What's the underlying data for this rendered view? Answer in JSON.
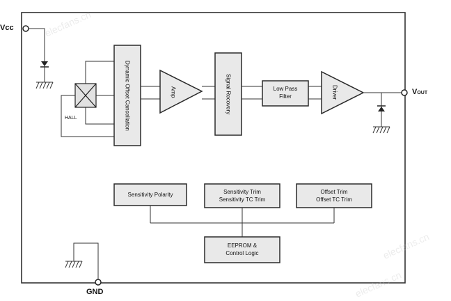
{
  "pins": {
    "vcc": "Vcc",
    "vout": "V",
    "vout_sub": "OUT",
    "gnd": "GND"
  },
  "blocks": {
    "hall": "HALL",
    "dynamic_offset": "Dynamic Offset Cancellation",
    "amp": "Amp",
    "signal_recovery": "Signal Recovery",
    "low_pass": [
      "Low Pass",
      "Filter"
    ],
    "driver": "Driver",
    "sensitivity_polarity": "Sensitivity Polarity",
    "sensitivity_trim": [
      "Sensitivity Trim",
      "Sensitivity TC Trim"
    ],
    "offset_trim": [
      "Offset Trim",
      "Offset TC Trim"
    ],
    "eeprom": [
      "EEPROM &",
      "Control Logic"
    ]
  },
  "watermarks": [
    "elecfans.cn",
    "elecfans.cn",
    "elecfans.cn"
  ],
  "colors": {
    "line": "#333333",
    "block_fill": "#e9e9e9",
    "block_border": "#2b2b2b"
  }
}
